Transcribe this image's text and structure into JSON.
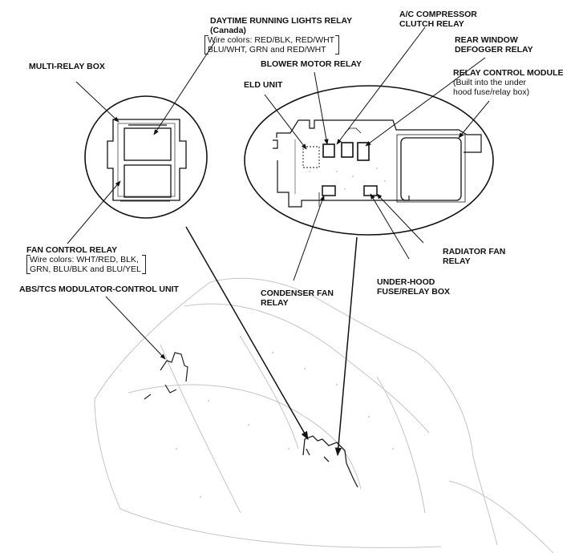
{
  "labels": {
    "drl_relay": "DAYTIME RUNNING LIGHTS RELAY",
    "drl_canada": "(Canada)",
    "drl_wire_1": "Wire colors: RED/BLK, RED/WHT",
    "drl_wire_2": "BLU/WHT, GRN and RED/WHT",
    "ac_compressor_1": "A/C COMPRESSOR",
    "ac_compressor_2": "CLUTCH RELAY",
    "rear_window_1": "REAR WINDOW",
    "rear_window_2": "DEFOGGER RELAY",
    "multi_relay_box": "MULTI-RELAY BOX",
    "blower_motor_relay": "BLOWER MOTOR RELAY",
    "relay_control_module": "RELAY CONTROL MODULE",
    "rcm_note_1": "(Built into the under",
    "rcm_note_2": "hood fuse/relay box)",
    "eld_unit": "ELD UNIT",
    "fan_control_relay": "FAN CONTROL RELAY",
    "fan_wire_1": "Wire colors: WHT/RED, BLK,",
    "fan_wire_2": "GRN, BLU/BLK and BLU/YEL",
    "radiator_fan_1": "RADIATOR FAN",
    "radiator_fan_2": "RELAY",
    "abs_tcs": "ABS/TCS MODULATOR-CONTROL UNIT",
    "under_hood_1": "UNDER-HOOD",
    "under_hood_2": "FUSE/RELAY BOX",
    "condenser_fan_1": "CONDENSER FAN",
    "condenser_fan_2": "RELAY"
  }
}
